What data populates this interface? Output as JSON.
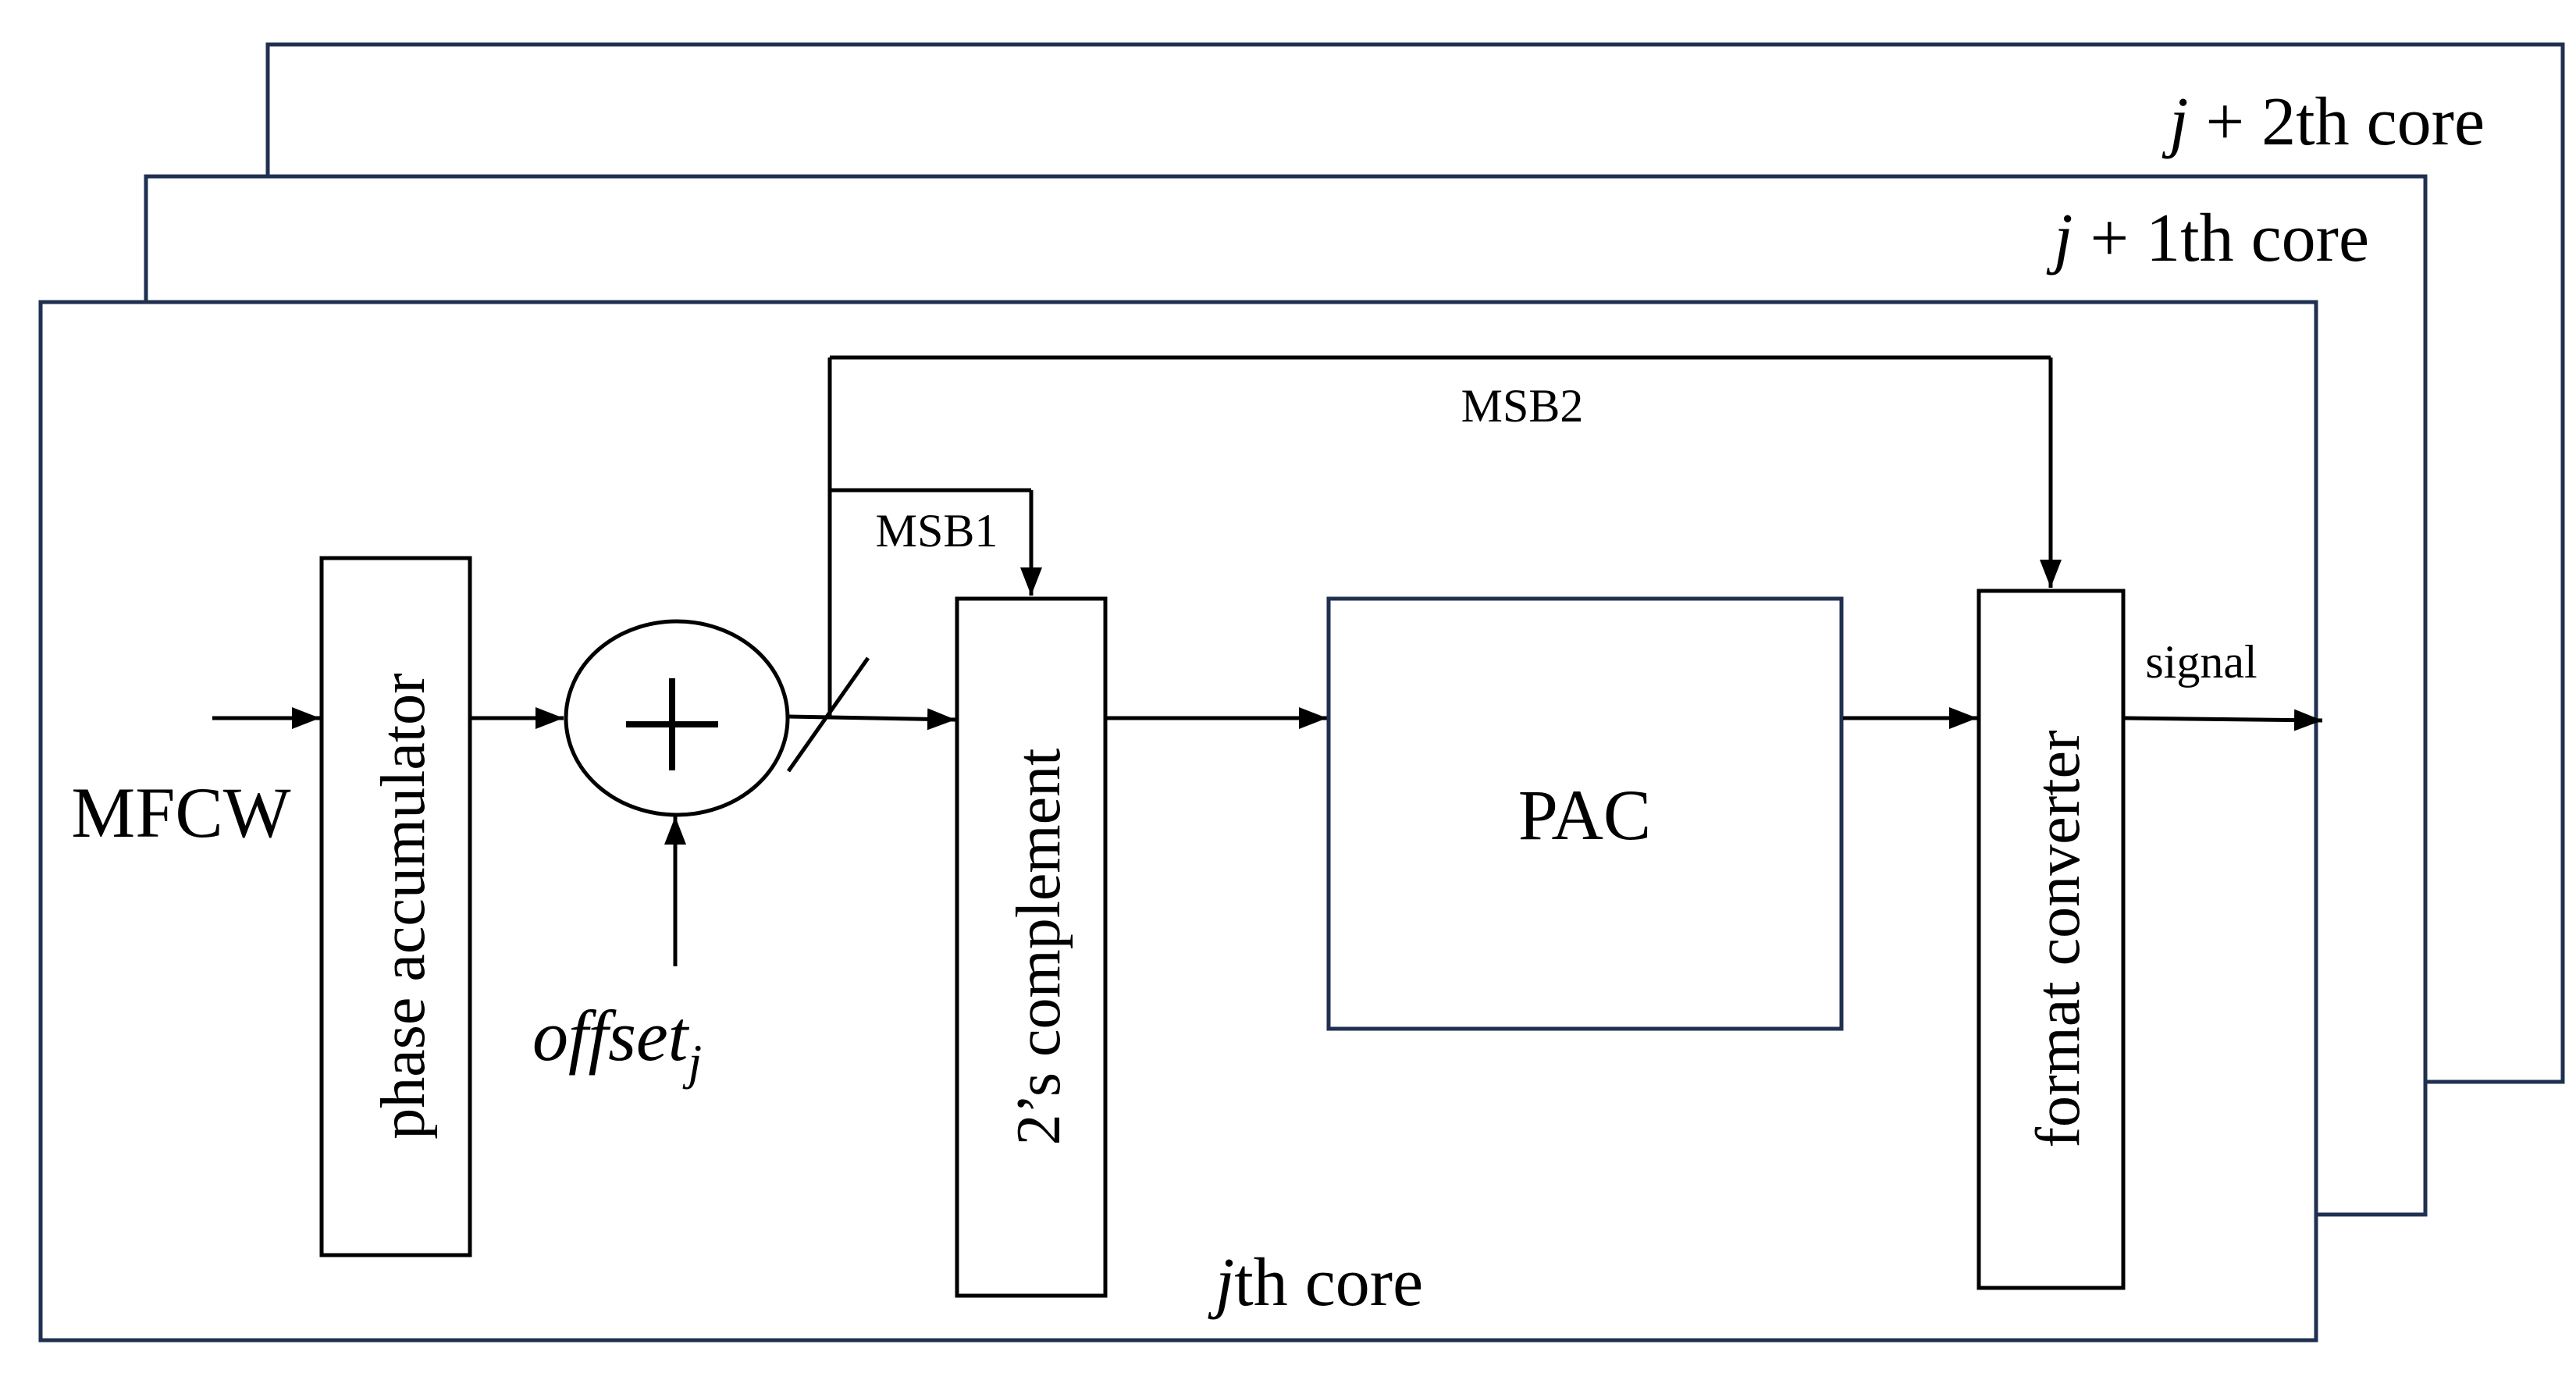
{
  "cores": {
    "back": {
      "label_var": "j",
      "label_rest": " + 2th core"
    },
    "middle": {
      "label_var": "j",
      "label_rest": " + 1th core"
    },
    "front": {
      "label_var": "j",
      "label_rest": "th core"
    }
  },
  "blocks": {
    "phase_accumulator": "phase accumulator",
    "adder_symbol": "+",
    "twos_complement": "2’s complement",
    "pac": "PAC",
    "format_converter": "format converter"
  },
  "signals": {
    "input": "MFCW",
    "offset": "offset",
    "offset_subscript": "j",
    "msb1": "MSB1",
    "msb2": "MSB2",
    "output": "signal"
  },
  "colors": {
    "core_frame": "#1f3050",
    "block_stroke": "#000000",
    "pac_stroke": "#1f3050"
  }
}
